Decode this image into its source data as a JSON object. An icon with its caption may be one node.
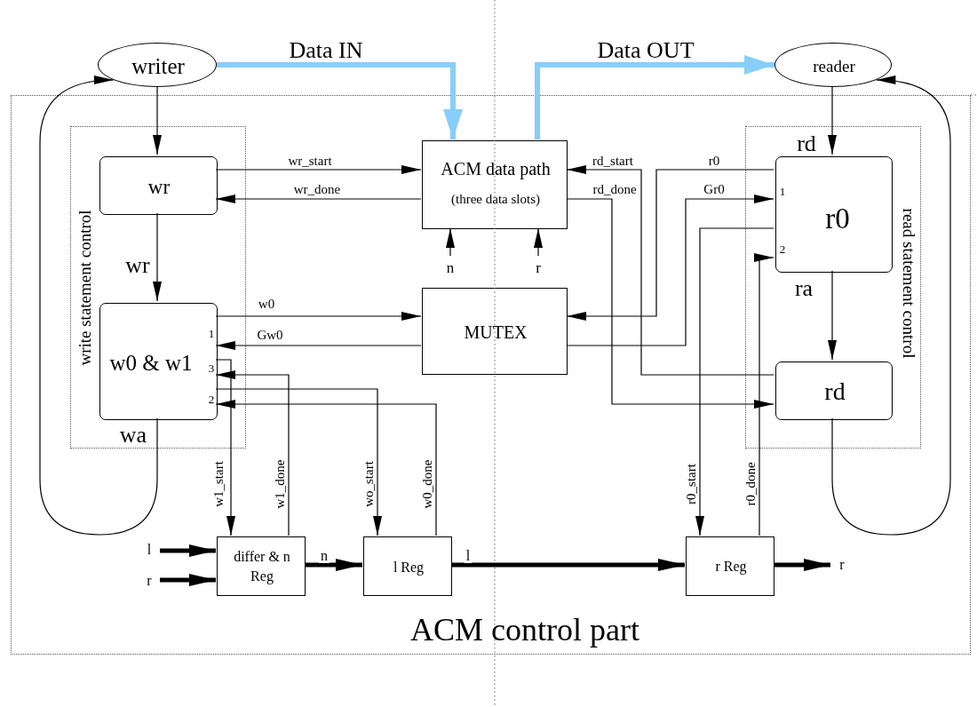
{
  "diagram": {
    "nodes": [
      {
        "text": [
          "writer"
        ]
      },
      {
        "text": [
          "reader"
        ]
      },
      {
        "text": [
          "ACM control part"
        ]
      },
      {
        "text": [
          "write statement control"
        ],
        "in": 2
      },
      {
        "text": [
          "wr"
        ],
        "in": 3
      },
      {
        "text": [
          "w0 & w1",
          "1",
          "3",
          "2"
        ],
        "in": 3
      },
      {
        "text": [
          "ACM data path",
          "(three data slots)"
        ],
        "in": 2
      },
      {
        "text": [
          "MUTEX"
        ],
        "in": 2
      },
      {
        "text": [
          "read statement control"
        ],
        "in": 2
      },
      {
        "text": [
          "r0",
          "1",
          "2"
        ],
        "in": 8
      },
      {
        "text": [
          "rd"
        ],
        "in": 8
      },
      {
        "text": [
          "differ & n Reg"
        ],
        "in": 2
      },
      {
        "text": [
          "l Reg"
        ],
        "in": 2
      },
      {
        "text": [
          "r Reg"
        ],
        "in": 2
      }
    ],
    "edges": [
      {
        "from": 0,
        "to": 6,
        "arrow": "to",
        "label": "Data IN",
        "style": "thick",
        "color": "#87cefa"
      },
      {
        "from": 6,
        "to": 1,
        "arrow": "to",
        "label": "Data OUT",
        "style": "thick",
        "color": "#87cefa"
      },
      {
        "from": 0,
        "to": 4,
        "arrow": "to"
      },
      {
        "from": 4,
        "to": 5,
        "arrow": "to",
        "label": "wr"
      },
      {
        "from": 5,
        "to": 0,
        "arrow": "to",
        "label": "wa"
      },
      {
        "from": 1,
        "to": 9,
        "arrow": "to",
        "label": "rd"
      },
      {
        "from": 9,
        "to": 10,
        "arrow": "to",
        "label": "ra"
      },
      {
        "from": 10,
        "to": 1,
        "arrow": "to"
      },
      {
        "from": 4,
        "to": 6,
        "arrow": "to",
        "label": "wr_start"
      },
      {
        "from": 6,
        "to": 4,
        "arrow": "to",
        "label": "wr_done"
      },
      {
        "from": null,
        "to": 6,
        "arrow": "to",
        "label": "n"
      },
      {
        "from": null,
        "to": 6,
        "arrow": "to",
        "label": "r"
      },
      {
        "from": 5,
        "to": 7,
        "arrow": "to",
        "label": "w0"
      },
      {
        "from": 7,
        "to": 5,
        "arrow": "to",
        "label": "Gw0"
      },
      {
        "from": 5,
        "to": 11,
        "arrow": "to",
        "label": "w1_start"
      },
      {
        "from": 11,
        "to": 5,
        "arrow": "to",
        "label": "w1_done"
      },
      {
        "from": 5,
        "to": 12,
        "arrow": "to",
        "label": "wo_start"
      },
      {
        "from": 12,
        "to": 5,
        "arrow": "to",
        "label": "w0_done"
      },
      {
        "from": 10,
        "to": 6,
        "arrow": "to",
        "label": "rd_start"
      },
      {
        "from": 9,
        "to": 7,
        "arrow": "to",
        "label": "r0"
      },
      {
        "from": 7,
        "to": 9,
        "arrow": "to",
        "label": "Gr0"
      },
      {
        "from": 6,
        "to": 10,
        "arrow": "to",
        "label": "rd_done"
      },
      {
        "from": 9,
        "to": 13,
        "arrow": "to",
        "label": "r0_start"
      },
      {
        "from": 13,
        "to": 9,
        "arrow": "to",
        "label": "r0_done"
      },
      {
        "from": null,
        "to": 11,
        "arrow": "to",
        "label": "l",
        "style": "thick"
      },
      {
        "from": null,
        "to": 11,
        "arrow": "to",
        "label": "r",
        "style": "thick"
      },
      {
        "from": 11,
        "to": 12,
        "arrow": "to",
        "label": "n",
        "style": "thick"
      },
      {
        "from": 12,
        "to": 13,
        "arrow": "to",
        "label": "l",
        "style": "thick"
      },
      {
        "from": 13,
        "to": null,
        "arrow": "to",
        "label": "r",
        "style": "thick"
      }
    ]
  }
}
